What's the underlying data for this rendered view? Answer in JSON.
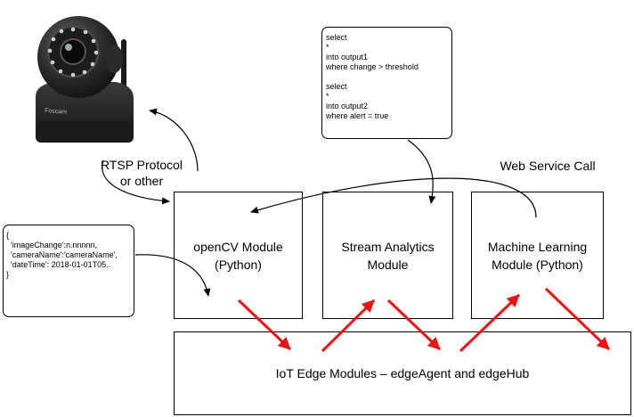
{
  "modules": {
    "opencv": "openCV Module\n(Python)",
    "stream_analytics": "Stream Analytics\nModule",
    "machine_learning": "Machine Learning\nModule (Python)"
  },
  "edge": {
    "label": "IoT Edge Modules – edgeAgent and edgeHub"
  },
  "labels": {
    "rtsp": "RTSP Protocol\nor other",
    "web_service": "Web Service Call"
  },
  "query_lines": [
    "select",
    "*",
    "into output1",
    "where change > threshold",
    "",
    "select",
    "*",
    "into output2",
    "where alert = true"
  ],
  "json_lines": [
    "{",
    "  'imageChange':n.nnnnn,",
    "  'cameraName':'cameraName',",
    "  'dateTime': 2018-01-01T05..",
    "}"
  ],
  "colors": {
    "data_arrow": "#ee1111",
    "outline": "#000000"
  },
  "icons": {
    "camera": "ip-camera-icon"
  }
}
